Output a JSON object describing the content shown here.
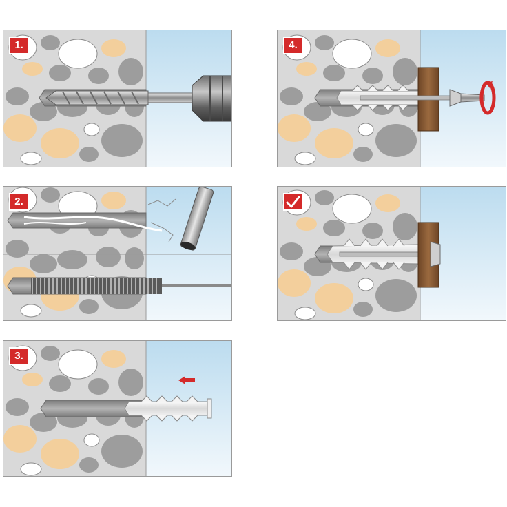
{
  "steps": [
    {
      "label": "1."
    },
    {
      "label": "2."
    },
    {
      "label": "3."
    },
    {
      "label": "4."
    },
    {
      "label": "done",
      "icon": "checkmark-icon"
    }
  ],
  "colors": {
    "accent": "#d42a2a",
    "concrete": "#d9d9d9",
    "stone_gray": "#9d9d9d",
    "stone_tan": "#f3cf9c",
    "stone_white": "#ffffff",
    "sky": "#cfe6f3",
    "wood": "#8a5a33",
    "plug": "#e8e8e8"
  }
}
